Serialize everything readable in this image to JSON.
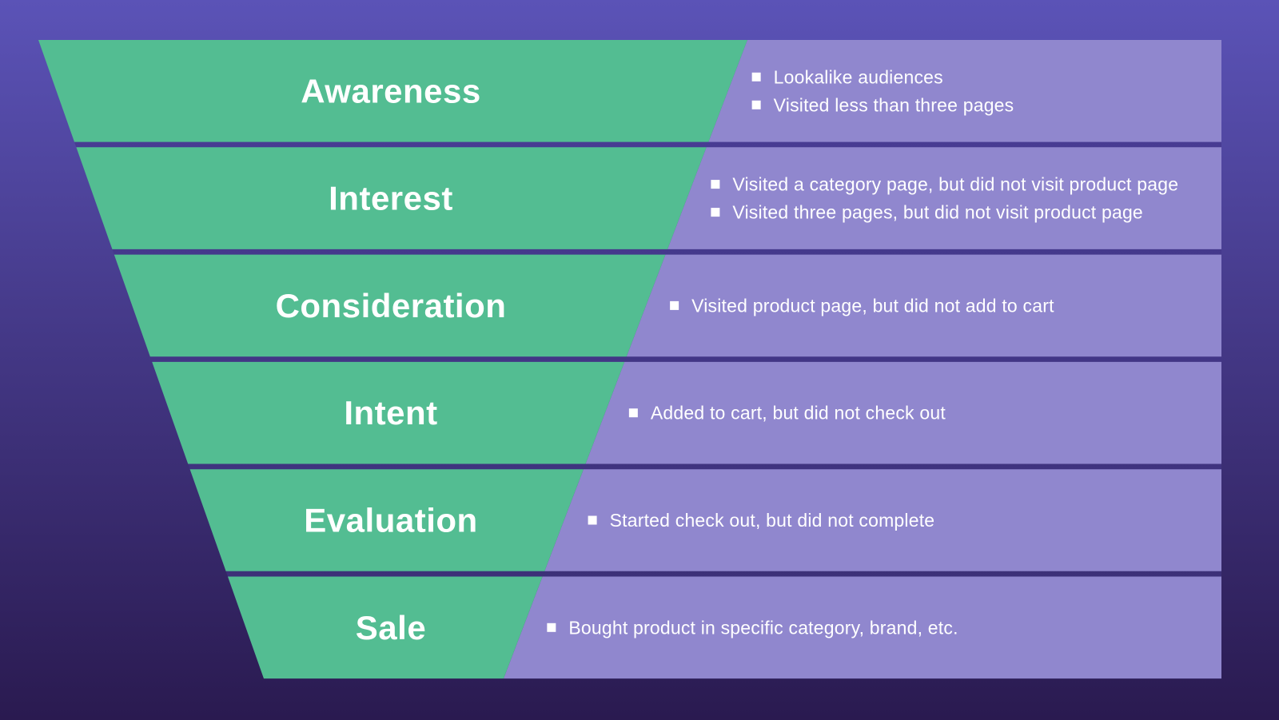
{
  "colors": {
    "background_top": "#5B53B7",
    "background_bottom": "#2A1A50",
    "backing_top": "#4A3E99",
    "backing_bottom": "#3A2E72",
    "funnel_green": "#53BD92",
    "panel_lavender": "#9087CE",
    "text": "#FFFFFF"
  },
  "stages": [
    {
      "title": "Awareness",
      "bullets": [
        "Lookalike audiences",
        "Visited less than three pages"
      ]
    },
    {
      "title": "Interest",
      "bullets": [
        "Visited a category page, but did not visit product page",
        "Visited three pages, but did not visit product page"
      ]
    },
    {
      "title": "Consideration",
      "bullets": [
        "Visited product page, but did not add to cart"
      ]
    },
    {
      "title": "Intent",
      "bullets": [
        "Added to cart, but did not check out"
      ]
    },
    {
      "title": "Evaluation",
      "bullets": [
        "Started check out, but did not complete"
      ]
    },
    {
      "title": "Sale",
      "bullets": [
        "Bought product in specific category, brand, etc."
      ]
    }
  ]
}
